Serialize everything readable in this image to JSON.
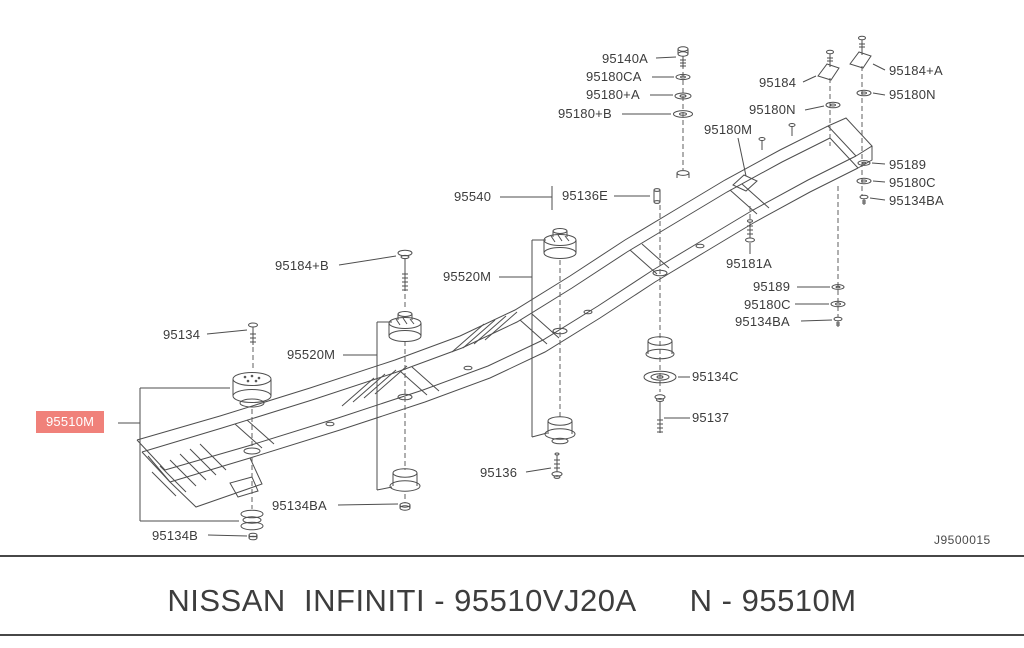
{
  "diagram": {
    "drawing_code": "J9500015",
    "highlighted_part": "95510M",
    "labels": {
      "p95140a": "95140A",
      "p95180ca": "95180CA",
      "p95180_a": "95180+A",
      "p95180_b": "95180+B",
      "p95184": "95184",
      "p95180n_left": "95180N",
      "p95184_a": "95184+A",
      "p95180n_right": "95180N",
      "p95180m": "95180M",
      "p95189_right": "95189",
      "p95180c_right": "95180C",
      "p95134ba_right": "95134BA",
      "p95540": "95540",
      "p95136e": "95136E",
      "p95181a": "95181A",
      "p95184_b": "95184+B",
      "p95520m_upper": "95520M",
      "p95189_mid": "95189",
      "p95180c_mid": "95180C",
      "p95134ba_mid": "95134BA",
      "p95134": "95134",
      "p95520m_lower": "95520M",
      "p95134c": "95134C",
      "p95510m": "95510M",
      "p95137": "95137",
      "p95136": "95136",
      "p95134ba_bottom": "95134BA",
      "p95134b": "95134B"
    }
  },
  "footer": {
    "brand_line": "NISSAN  INFINITI - 95510VJ20A      N - 95510M"
  },
  "colors": {
    "highlight": "#f0817a",
    "line": "#4e4e4e",
    "footer_text": "#3d3d3d"
  }
}
